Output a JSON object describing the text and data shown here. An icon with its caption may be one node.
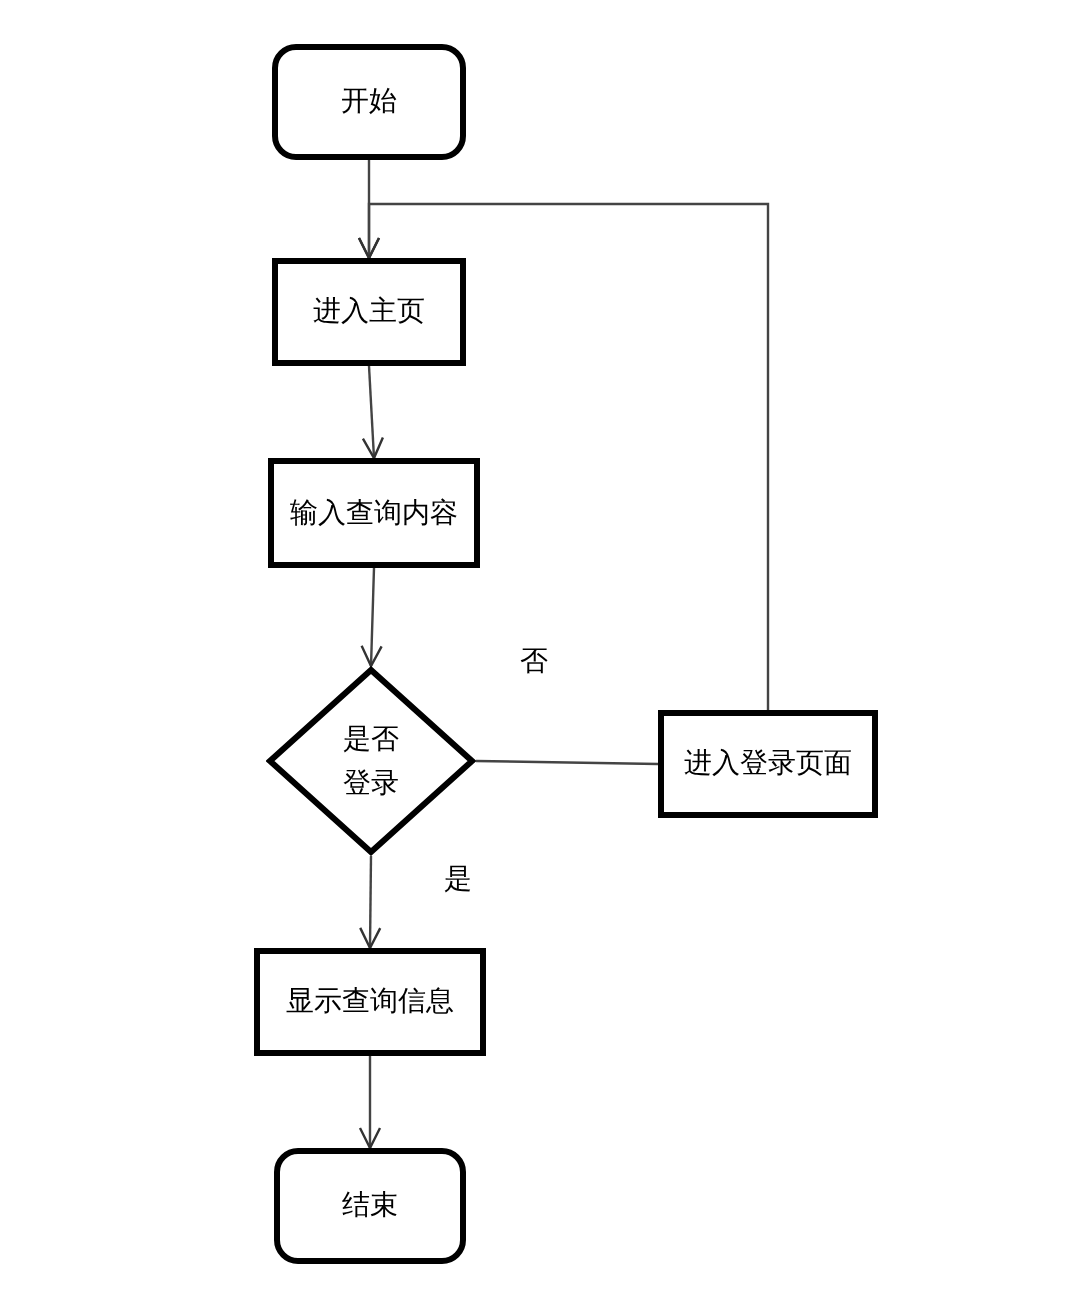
{
  "diagram": {
    "nodes": [
      {
        "text": [
          "开始"
        ]
      },
      {
        "text": [
          "进入主页"
        ]
      },
      {
        "text": [
          "输入查询内容"
        ]
      },
      {
        "text": [
          "是否登录"
        ]
      },
      {
        "text": [
          "进入登录页面"
        ]
      },
      {
        "text": [
          "显示查询信息"
        ]
      },
      {
        "text": [
          "结束"
        ]
      }
    ],
    "edges": [
      {
        "from": 0,
        "to": 1,
        "arrow": "to"
      },
      {
        "from": 1,
        "to": 2,
        "arrow": "to"
      },
      {
        "from": 2,
        "to": 3,
        "arrow": "to"
      },
      {
        "from": 3,
        "to": 4,
        "arrow": "none",
        "label": "否"
      },
      {
        "from": 4,
        "to": 1,
        "arrow": "to"
      },
      {
        "from": 3,
        "to": 5,
        "arrow": "to",
        "label": "是"
      },
      {
        "from": 5,
        "to": 6,
        "arrow": "to"
      }
    ]
  }
}
